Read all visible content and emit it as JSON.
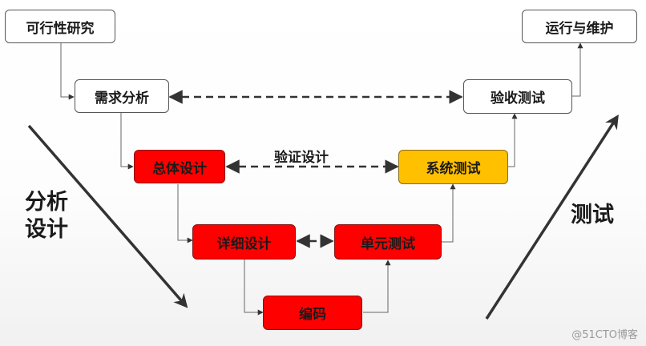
{
  "boxes": {
    "feasibility": "可行性研究",
    "requirements": "需求分析",
    "high_level_design": "总体设计",
    "detailed_design": "详细设计",
    "coding": "编码",
    "unit_test": "单元测试",
    "system_test": "系统测试",
    "acceptance_test": "验收测试",
    "operations": "运行与维护"
  },
  "labels": {
    "verify_design": "验证设计",
    "analysis_line1": "分析",
    "analysis_line2": "设计",
    "testing": "测试"
  },
  "watermark": "@51CTO博客",
  "colors": {
    "red_box": "#ff0000",
    "yellow_box": "#ffc000",
    "white_box": "#ffffff",
    "line": "#333333"
  }
}
